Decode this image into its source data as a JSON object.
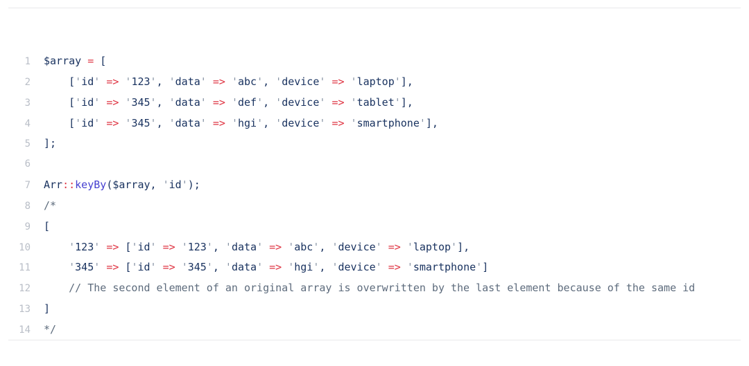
{
  "colors": {
    "background": "#ffffff",
    "divider": "#e9e9eb",
    "line_number": "#b9bec7",
    "code_text": "#1a3360",
    "operator": "#df3341",
    "function_name": "#453fd0",
    "quote": "#8995a6",
    "comment": "#5d6b7c"
  },
  "code_block": {
    "lines": [
      {
        "number": "1",
        "text": "$array = [",
        "tokens": [
          [
            "p",
            "$array "
          ],
          [
            "o",
            "="
          ],
          [
            "p",
            " ["
          ]
        ]
      },
      {
        "number": "2",
        "text": "    ['id' => '123', 'data' => 'abc', 'device' => 'laptop'],",
        "tokens": [
          [
            "p",
            "    ["
          ],
          [
            "q",
            "'"
          ],
          [
            "p",
            "id"
          ],
          [
            "q",
            "'"
          ],
          [
            "p",
            " "
          ],
          [
            "o",
            "=>"
          ],
          [
            "p",
            " "
          ],
          [
            "q",
            "'"
          ],
          [
            "p",
            "123"
          ],
          [
            "q",
            "'"
          ],
          [
            "p",
            ", "
          ],
          [
            "q",
            "'"
          ],
          [
            "p",
            "data"
          ],
          [
            "q",
            "'"
          ],
          [
            "p",
            " "
          ],
          [
            "o",
            "=>"
          ],
          [
            "p",
            " "
          ],
          [
            "q",
            "'"
          ],
          [
            "p",
            "abc"
          ],
          [
            "q",
            "'"
          ],
          [
            "p",
            ", "
          ],
          [
            "q",
            "'"
          ],
          [
            "p",
            "device"
          ],
          [
            "q",
            "'"
          ],
          [
            "p",
            " "
          ],
          [
            "o",
            "=>"
          ],
          [
            "p",
            " "
          ],
          [
            "q",
            "'"
          ],
          [
            "p",
            "laptop"
          ],
          [
            "q",
            "'"
          ],
          [
            "p",
            "],"
          ]
        ]
      },
      {
        "number": "3",
        "text": "    ['id' => '345', 'data' => 'def', 'device' => 'tablet'],",
        "tokens": [
          [
            "p",
            "    ["
          ],
          [
            "q",
            "'"
          ],
          [
            "p",
            "id"
          ],
          [
            "q",
            "'"
          ],
          [
            "p",
            " "
          ],
          [
            "o",
            "=>"
          ],
          [
            "p",
            " "
          ],
          [
            "q",
            "'"
          ],
          [
            "p",
            "345"
          ],
          [
            "q",
            "'"
          ],
          [
            "p",
            ", "
          ],
          [
            "q",
            "'"
          ],
          [
            "p",
            "data"
          ],
          [
            "q",
            "'"
          ],
          [
            "p",
            " "
          ],
          [
            "o",
            "=>"
          ],
          [
            "p",
            " "
          ],
          [
            "q",
            "'"
          ],
          [
            "p",
            "def"
          ],
          [
            "q",
            "'"
          ],
          [
            "p",
            ", "
          ],
          [
            "q",
            "'"
          ],
          [
            "p",
            "device"
          ],
          [
            "q",
            "'"
          ],
          [
            "p",
            " "
          ],
          [
            "o",
            "=>"
          ],
          [
            "p",
            " "
          ],
          [
            "q",
            "'"
          ],
          [
            "p",
            "tablet"
          ],
          [
            "q",
            "'"
          ],
          [
            "p",
            "],"
          ]
        ]
      },
      {
        "number": "4",
        "text": "    ['id' => '345', 'data' => 'hgi', 'device' => 'smartphone'],",
        "tokens": [
          [
            "p",
            "    ["
          ],
          [
            "q",
            "'"
          ],
          [
            "p",
            "id"
          ],
          [
            "q",
            "'"
          ],
          [
            "p",
            " "
          ],
          [
            "o",
            "=>"
          ],
          [
            "p",
            " "
          ],
          [
            "q",
            "'"
          ],
          [
            "p",
            "345"
          ],
          [
            "q",
            "'"
          ],
          [
            "p",
            ", "
          ],
          [
            "q",
            "'"
          ],
          [
            "p",
            "data"
          ],
          [
            "q",
            "'"
          ],
          [
            "p",
            " "
          ],
          [
            "o",
            "=>"
          ],
          [
            "p",
            " "
          ],
          [
            "q",
            "'"
          ],
          [
            "p",
            "hgi"
          ],
          [
            "q",
            "'"
          ],
          [
            "p",
            ", "
          ],
          [
            "q",
            "'"
          ],
          [
            "p",
            "device"
          ],
          [
            "q",
            "'"
          ],
          [
            "p",
            " "
          ],
          [
            "o",
            "=>"
          ],
          [
            "p",
            " "
          ],
          [
            "q",
            "'"
          ],
          [
            "p",
            "smartphone"
          ],
          [
            "q",
            "'"
          ],
          [
            "p",
            "],"
          ]
        ]
      },
      {
        "number": "5",
        "text": "];",
        "tokens": [
          [
            "p",
            "];"
          ]
        ]
      },
      {
        "number": "6",
        "text": "",
        "tokens": []
      },
      {
        "number": "7",
        "text": "Arr::keyBy($array, 'id');",
        "tokens": [
          [
            "p",
            "Arr"
          ],
          [
            "o",
            "::"
          ],
          [
            "f",
            "keyBy"
          ],
          [
            "p",
            "($array, "
          ],
          [
            "q",
            "'"
          ],
          [
            "p",
            "id"
          ],
          [
            "q",
            "'"
          ],
          [
            "p",
            ");"
          ]
        ]
      },
      {
        "number": "8",
        "text": "/*",
        "tokens": [
          [
            "c",
            "/*"
          ]
        ]
      },
      {
        "number": "9",
        "text": "[",
        "tokens": [
          [
            "p",
            "["
          ]
        ]
      },
      {
        "number": "10",
        "text": "    '123' => ['id' => '123', 'data' => 'abc', 'device' => 'laptop'],",
        "tokens": [
          [
            "p",
            "    "
          ],
          [
            "q",
            "'"
          ],
          [
            "p",
            "123"
          ],
          [
            "q",
            "'"
          ],
          [
            "p",
            " "
          ],
          [
            "o",
            "=>"
          ],
          [
            "p",
            " ["
          ],
          [
            "q",
            "'"
          ],
          [
            "p",
            "id"
          ],
          [
            "q",
            "'"
          ],
          [
            "p",
            " "
          ],
          [
            "o",
            "=>"
          ],
          [
            "p",
            " "
          ],
          [
            "q",
            "'"
          ],
          [
            "p",
            "123"
          ],
          [
            "q",
            "'"
          ],
          [
            "p",
            ", "
          ],
          [
            "q",
            "'"
          ],
          [
            "p",
            "data"
          ],
          [
            "q",
            "'"
          ],
          [
            "p",
            " "
          ],
          [
            "o",
            "=>"
          ],
          [
            "p",
            " "
          ],
          [
            "q",
            "'"
          ],
          [
            "p",
            "abc"
          ],
          [
            "q",
            "'"
          ],
          [
            "p",
            ", "
          ],
          [
            "q",
            "'"
          ],
          [
            "p",
            "device"
          ],
          [
            "q",
            "'"
          ],
          [
            "p",
            " "
          ],
          [
            "o",
            "=>"
          ],
          [
            "p",
            " "
          ],
          [
            "q",
            "'"
          ],
          [
            "p",
            "laptop"
          ],
          [
            "q",
            "'"
          ],
          [
            "p",
            "],"
          ]
        ]
      },
      {
        "number": "11",
        "text": "    '345' => ['id' => '345', 'data' => 'hgi', 'device' => 'smartphone']",
        "tokens": [
          [
            "p",
            "    "
          ],
          [
            "q",
            "'"
          ],
          [
            "p",
            "345"
          ],
          [
            "q",
            "'"
          ],
          [
            "p",
            " "
          ],
          [
            "o",
            "=>"
          ],
          [
            "p",
            " ["
          ],
          [
            "q",
            "'"
          ],
          [
            "p",
            "id"
          ],
          [
            "q",
            "'"
          ],
          [
            "p",
            " "
          ],
          [
            "o",
            "=>"
          ],
          [
            "p",
            " "
          ],
          [
            "q",
            "'"
          ],
          [
            "p",
            "345"
          ],
          [
            "q",
            "'"
          ],
          [
            "p",
            ", "
          ],
          [
            "q",
            "'"
          ],
          [
            "p",
            "data"
          ],
          [
            "q",
            "'"
          ],
          [
            "p",
            " "
          ],
          [
            "o",
            "=>"
          ],
          [
            "p",
            " "
          ],
          [
            "q",
            "'"
          ],
          [
            "p",
            "hgi"
          ],
          [
            "q",
            "'"
          ],
          [
            "p",
            ", "
          ],
          [
            "q",
            "'"
          ],
          [
            "p",
            "device"
          ],
          [
            "q",
            "'"
          ],
          [
            "p",
            " "
          ],
          [
            "o",
            "=>"
          ],
          [
            "p",
            " "
          ],
          [
            "q",
            "'"
          ],
          [
            "p",
            "smartphone"
          ],
          [
            "q",
            "'"
          ],
          [
            "p",
            "]"
          ]
        ]
      },
      {
        "number": "12",
        "text": "    // The second element of an original array is overwritten by the last element because of the same id",
        "tokens": [
          [
            "c",
            "    // The second element of an original array is overwritten by the last element because of the same id"
          ]
        ]
      },
      {
        "number": "13",
        "text": "]",
        "tokens": [
          [
            "p",
            "]"
          ]
        ]
      },
      {
        "number": "14",
        "text": "*/",
        "tokens": [
          [
            "c",
            "*/"
          ]
        ]
      }
    ]
  }
}
